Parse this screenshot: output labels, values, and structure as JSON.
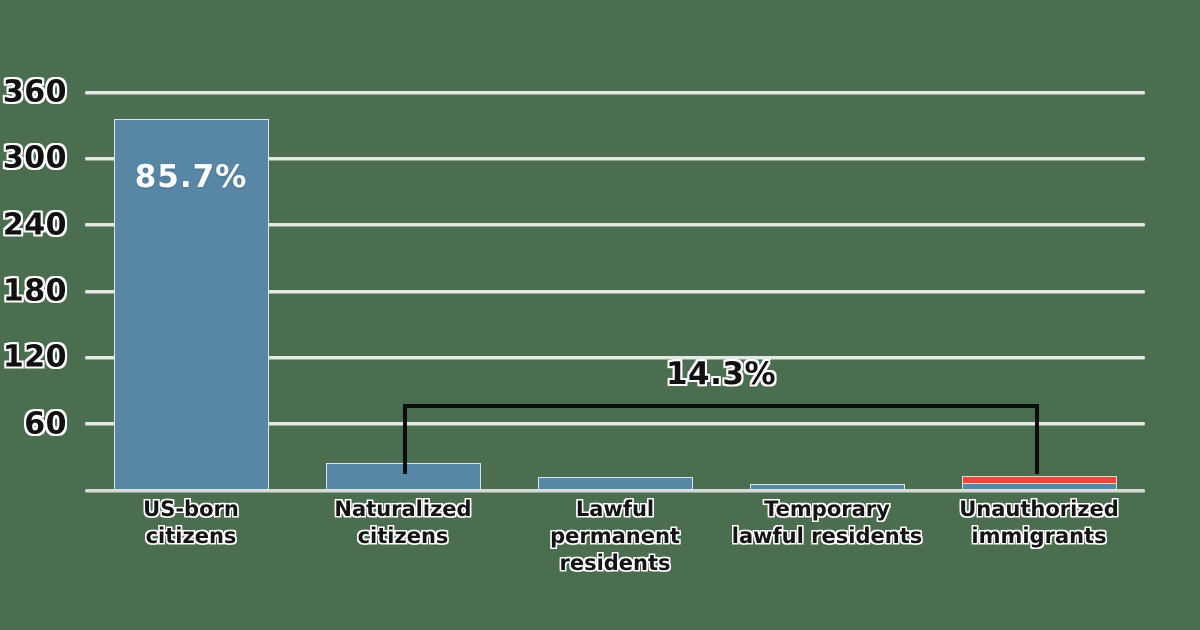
{
  "chart_data": {
    "type": "bar",
    "title": "",
    "subtitle": "",
    "xlabel": "",
    "ylabel": "",
    "categories": [
      "US-born\ncitizens",
      "Naturalized\ncitizens",
      "Lawful\npermanent\nresidents",
      "Temporary\nlawful residents",
      "Unauthorized\nimmigrants"
    ],
    "values": [
      336,
      24,
      12,
      4,
      11
    ],
    "ylim": [
      0,
      380
    ],
    "yticks": [
      60,
      120,
      180,
      240,
      300,
      360
    ],
    "ytick_labels": [
      "60",
      "120",
      "180",
      "240",
      "300",
      "360"
    ],
    "grid": true,
    "legend": false,
    "bar_color": "#5887a5",
    "highlight_color": "#ea483b",
    "background_color": "#4a6e4f",
    "gridline_color": "#f2f4f1",
    "highlighted_index": 4,
    "annotations": [
      {
        "name": "us-born-share",
        "text": "85.7%",
        "target_index": 0,
        "placement": "inside-bar"
      },
      {
        "name": "foreign-born-share",
        "text": "14.3%",
        "target_indices": [
          1,
          2,
          3,
          4
        ],
        "placement": "bracket-above"
      }
    ]
  },
  "y_axis": {
    "ticks": [
      {
        "label": "360",
        "value": 360
      },
      {
        "label": "300",
        "value": 300
      },
      {
        "label": "240",
        "value": 240
      },
      {
        "label": "180",
        "value": 180
      },
      {
        "label": "120",
        "value": 120
      },
      {
        "label": "60",
        "value": 60
      }
    ]
  },
  "bars": [
    {
      "name": "us-born-citizens",
      "label_lines": [
        "US-born",
        "citizens"
      ],
      "value": 336,
      "value_label": "85.7%",
      "color": "#5887a5",
      "highlight": false
    },
    {
      "name": "naturalized-citizens",
      "label_lines": [
        "Naturalized",
        "citizens"
      ],
      "value": 24,
      "value_label": "",
      "color": "#5887a5",
      "highlight": false
    },
    {
      "name": "lawful-permanent-residents",
      "label_lines": [
        "Lawful",
        "permanent",
        "residents"
      ],
      "value": 12,
      "value_label": "",
      "color": "#5887a5",
      "highlight": false
    },
    {
      "name": "temporary-lawful-residents",
      "label_lines": [
        "Temporary",
        "lawful residents"
      ],
      "value": 4,
      "value_label": "",
      "color": "#5887a5",
      "highlight": false
    },
    {
      "name": "unauthorized-immigrants",
      "label_lines": [
        "Unauthorized",
        "immigrants"
      ],
      "value": 11,
      "value_label": "",
      "color": "#ea483b",
      "highlight": true
    }
  ],
  "bracket": {
    "label": "14.3%"
  }
}
